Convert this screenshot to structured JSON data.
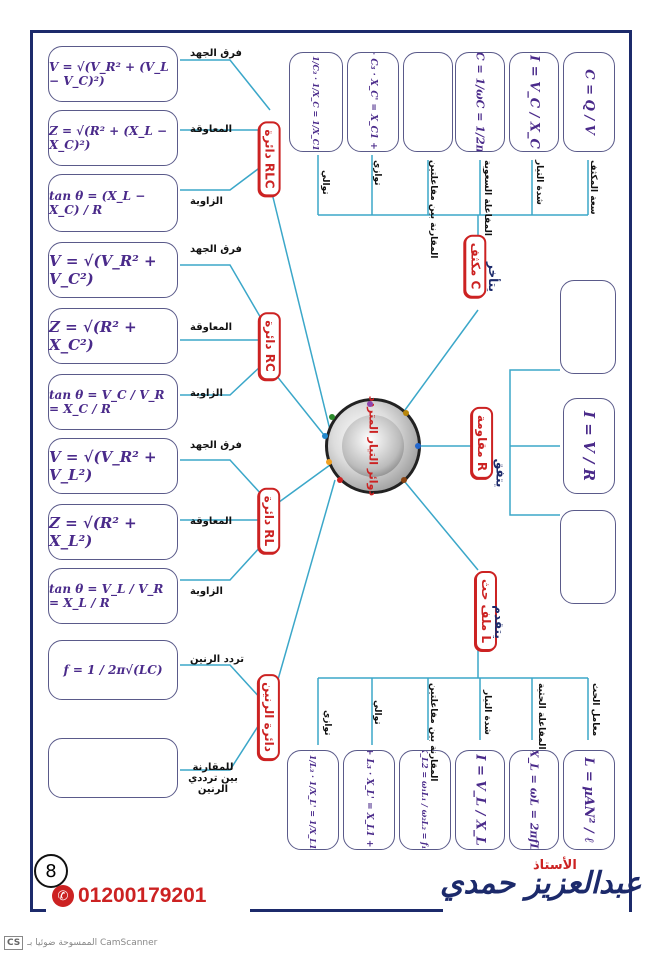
{
  "title": "دوائر التيار المتردد",
  "branches": {
    "capacitor": {
      "tag": "مكثف C",
      "verb": "يتأخر"
    },
    "resistor": {
      "tag": "مقاومة R",
      "verb": "يتفق"
    },
    "inductor": {
      "tag": "ملف حث L",
      "verb": "يتقدم"
    },
    "rlc": {
      "tag": "دائرة RLC"
    },
    "rc": {
      "tag": "دائرة RC"
    },
    "rl": {
      "tag": "دائرة RL"
    },
    "resonance": {
      "tag": "دائرة الرنين"
    }
  },
  "capacitor_items": [
    {
      "label": "سعة المكثف",
      "formula": "C = Q / V"
    },
    {
      "label": "شدة التيار",
      "formula": "I = V_C / X_C"
    },
    {
      "label": "المفاعلة السعوية",
      "formula": "X_C = 1/ωC = 1/2πfC"
    },
    {
      "label": "المقارنة بين مفاعلتين",
      "formula": ""
    },
    {
      "label": "توازي",
      "formula": "C = C₁ + C₂ + C₃ · X_C' = X_C1 + X_C2 + X_C3"
    },
    {
      "label": "توالي",
      "formula": "1/C = 1/C₁ + 1/C₂ + 1/C₃ · 1/X_C = 1/X_C1 + 1/X_C2 + 1/X_C3"
    }
  ],
  "resistor_items": [
    {
      "formula": ""
    },
    {
      "formula": "I = V / R"
    },
    {
      "formula": ""
    }
  ],
  "inductor_items": [
    {
      "label": "معامل الحث",
      "formula": "L = μAN² / ℓ"
    },
    {
      "label": "المفاعلة الحثية",
      "formula": "X_L = ωL = 2πfL"
    },
    {
      "label": "شدة التيار",
      "formula": "I = V_L / X_L"
    },
    {
      "label": "المقارنة بين مفاعلتين",
      "formula": "X_L1 / X_L2 = ω₁L₁ / ω₂L₂ = f₁L₁ / f₂L₂"
    },
    {
      "label": "توالي",
      "formula": "L' = L₁ + L₂ + L₃ · X_L' = X_L1 + X_L2 + X_L3"
    },
    {
      "label": "توازي",
      "formula": "1/L' = 1/L₁ + 1/L₂ + 1/L₃ · 1/X_L' = 1/X_L1 + 1/X_L2 + 1/X_L3"
    }
  ],
  "rlc_items": [
    {
      "label": "فرق الجهد",
      "formula": "V = √(V_R² + (V_L − V_C)²)"
    },
    {
      "label": "المعاوقة",
      "formula": "Z = √(R² + (X_L − X_C)²)"
    },
    {
      "label": "الزاوية",
      "formula": "tan θ = (X_L − X_C) / R"
    }
  ],
  "rc_items": [
    {
      "label": "فرق الجهد",
      "formula": "V = √(V_R² + V_C²)"
    },
    {
      "label": "المعاوقة",
      "formula": "Z = √(R² + X_C²)"
    },
    {
      "label": "الزاوية",
      "formula": "tan θ = V_C / V_R = X_C / R"
    }
  ],
  "rl_items": [
    {
      "label": "فرق الجهد",
      "formula": "V = √(V_R² + V_L²)"
    },
    {
      "label": "المعاوقة",
      "formula": "Z = √(R² + X_L²)"
    },
    {
      "label": "الزاوية",
      "formula": "tan θ = V_L / V_R = X_L / R"
    }
  ],
  "resonance_items": [
    {
      "label": "تردد الرنين",
      "formula": "f = 1 / 2π√(LC)"
    },
    {
      "label": "للمقارنة بين ترددي الرنين",
      "formula": ""
    }
  ],
  "footer": {
    "page_number": "8",
    "phone": "01200179201",
    "teacher_title": "الأستاذ",
    "teacher_name": "عبدالعزيز حمدي",
    "scanner": "CS",
    "scanner_text": "الممسوحة ضوئيا بـ CamScanner"
  },
  "colors": {
    "frame": "#1c2a6b",
    "accent": "#c22",
    "links": "#3ba7c9",
    "formula": "#4a2a8a"
  }
}
